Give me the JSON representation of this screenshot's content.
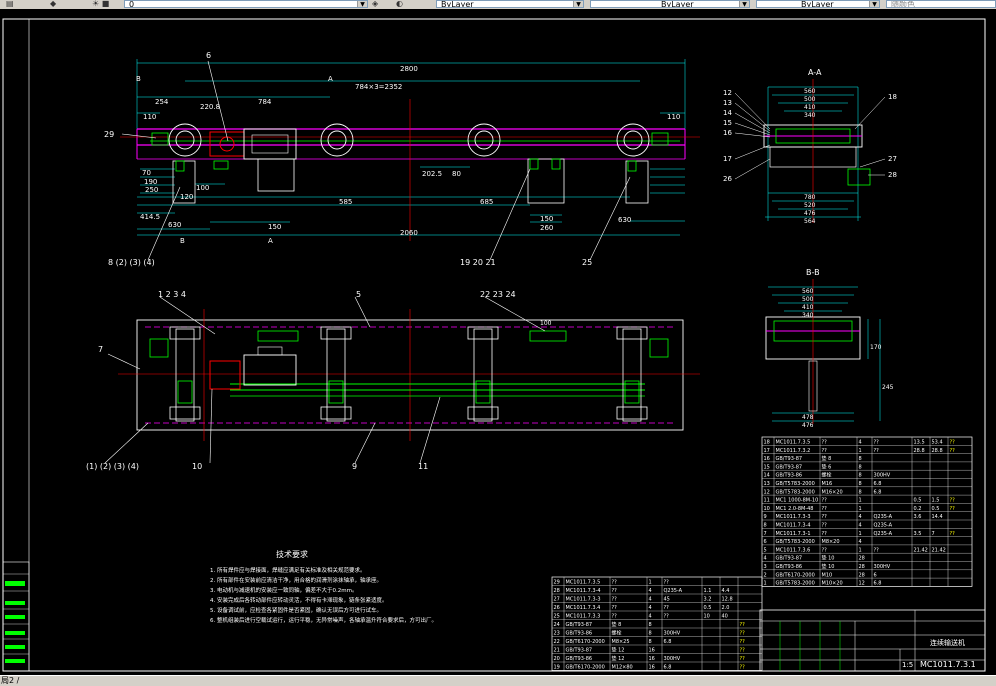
{
  "toolbar": {
    "layer_value": "0",
    "color_value": "ByLayer",
    "linetype_value": "ByLayer",
    "lineweight_value": "ByLayer",
    "plotstyle_value": "随颜色"
  },
  "status": {
    "layout_tab": "局2 /"
  },
  "drawing": {
    "front_view": {
      "section_mark_a": "A",
      "section_mark_b": "B",
      "overall_width": "2800",
      "spacing_label": "784×3=2352",
      "dim_254": "254",
      "dim_2208": "220.8",
      "dim_784": "784",
      "dim_110_left": "110",
      "dim_110_right": "110",
      "dim_2025": "202.5",
      "dim_80": "80",
      "dim_585": "585",
      "dim_685": "685",
      "dim_150": "150",
      "dim_260": "260",
      "dim_630_left": "630",
      "dim_630_right": "630",
      "dim_4145": "414.5",
      "dim_2060": "2060",
      "dim_100": "100",
      "dim_70": "70",
      "dim_190": "190",
      "dim_120": "120",
      "dim_250": "250",
      "callout_6": "6",
      "callout_29": "29",
      "callouts_bottom_left": "8 (2) (3) (4)",
      "callouts_bottom_mid": "19 20 21",
      "callout_25": "25"
    },
    "plan_view": {
      "callouts_top_left": "1  2  3  4",
      "callout_5": "5",
      "callouts_top_right": "22 23 24",
      "dim_100": "100",
      "callout_7": "7",
      "callouts_bottom_left": "(1) (2) (3) (4)",
      "callout_10": "10",
      "callout_9": "9",
      "callout_11": "11"
    },
    "section_aa": {
      "title": "A-A",
      "dims_top": [
        "560",
        "500",
        "410",
        "340"
      ],
      "dims_bottom": [
        "780",
        "520",
        "476",
        "564"
      ],
      "callouts_left": [
        "12",
        "13",
        "14",
        "15",
        "16",
        "17",
        "26"
      ],
      "callouts_right": [
        "18",
        "27",
        "28"
      ]
    },
    "section_bb": {
      "title": "B-B",
      "dims_top": [
        "560",
        "500",
        "410",
        "340"
      ],
      "dims_bottom": [
        "478",
        "476"
      ],
      "dim_170": "170",
      "dim_245": "245"
    },
    "tech_requirements": {
      "title": "技术要求",
      "items": [
        "1. 所有焊件应与焊接面，焊缝应满足有关标准及相关规范要求。",
        "2. 所有部件在安装前应清洁干净，用合格的润滑剂涂抹轴承，轴承座。",
        "3. 电动机与减速机的安装应一致同轴，偏差不大于0.2mm。",
        "4. 安装完成后各转动部件应转动灵活，不得有卡滞现象，链条张紧适度。",
        "5. 设备调试前，应检查各紧固件是否紧固，确认无误后方可进行试车。",
        "6. 整机组装后进行空载试运行，运行平稳，无异常噪声，各轴承温升符合要求后，方可出厂。"
      ]
    },
    "bom_right": {
      "rows": [
        [
          "18",
          "MC1011.7.3.5",
          "??",
          "4",
          "??",
          "13.5",
          "53.4",
          "??"
        ],
        [
          "17",
          "MC1011.7.3.2",
          "??",
          "1",
          "??",
          "28.8",
          "28.8",
          "??"
        ],
        [
          "16",
          "GB/T93-87",
          "垫 8",
          "8",
          "",
          "",
          "",
          ""
        ],
        [
          "15",
          "GB/T93-87",
          "垫 6",
          "8",
          "",
          "",
          "",
          ""
        ],
        [
          "14",
          "GB/T93-86",
          "螺栓",
          "8",
          "300HV",
          "",
          "",
          ""
        ],
        [
          "13",
          "GB/T5783-2000",
          "M16",
          "8",
          "6.8",
          "",
          "",
          ""
        ],
        [
          "12",
          "GB/T5783-2000",
          "M16×20",
          "8",
          "6.8",
          "",
          "",
          ""
        ],
        [
          "11",
          "MC1 1000-8M-10",
          "??",
          "1",
          "",
          "0.5",
          "1.5",
          "??"
        ],
        [
          "10",
          "MC1 2.0-8M-48",
          "??",
          "1",
          "",
          "0.2",
          "0.5",
          "??"
        ],
        [
          "9",
          "MC1011.7.3-3",
          "??",
          "4",
          "Q235-A",
          "3.6",
          "14.4",
          ""
        ],
        [
          "8",
          "MC1011.7.3-4",
          "??",
          "4",
          "Q235-A",
          "",
          "",
          ""
        ],
        [
          "7",
          "MC1011.7.3-1",
          "??",
          "1",
          "Q235-A",
          "3.5",
          "7",
          "??"
        ],
        [
          "6",
          "GB/T5783-2000",
          "M8×20",
          "4",
          "",
          "",
          "",
          ""
        ],
        [
          "5",
          "MC1011.7.3.6",
          "??",
          "1",
          "??",
          "21.42",
          "21.42",
          ""
        ],
        [
          "4",
          "GB/T93-87",
          "垫 10",
          "28",
          "",
          "",
          "",
          ""
        ],
        [
          "3",
          "GB/T93-86",
          "垫 10",
          "28",
          "300HV",
          "",
          "",
          ""
        ],
        [
          "2",
          "GB/T6170-2000",
          "M10",
          "28",
          "6",
          "",
          "",
          ""
        ],
        [
          "1",
          "GB/T5783-2000",
          "M10×20",
          "12",
          "6.8",
          "",
          "",
          ""
        ]
      ]
    },
    "bom_left": {
      "rows": [
        [
          "29",
          "MC1011.7.3.5",
          "??",
          "1",
          "??",
          "",
          "",
          ""
        ],
        [
          "28",
          "MC1011.7.3-4",
          "??",
          "4",
          "Q235-A",
          "1.1",
          "4.4",
          ""
        ],
        [
          "27",
          "MC1011.7.3-3",
          "??",
          "4",
          "45",
          "3.2",
          "12.8",
          ""
        ],
        [
          "26",
          "MC1011.7.3.4",
          "??",
          "4",
          "??",
          "0.5",
          "2.0",
          ""
        ],
        [
          "25",
          "MC1011.7.3.3",
          "??",
          "4",
          "??",
          "10",
          "40",
          ""
        ],
        [
          "24",
          "GB/T93-87",
          "垫 8",
          "8",
          "",
          "",
          "",
          "??"
        ],
        [
          "23",
          "GB/T93-86",
          "螺栓",
          "8",
          "300HV",
          "",
          "",
          "??"
        ],
        [
          "22",
          "GB/T6170-2000",
          "M8×25",
          "8",
          "6.8",
          "",
          "",
          "??"
        ],
        [
          "21",
          "GB/T93-87",
          "垫 12",
          "16",
          "",
          "",
          "",
          "??"
        ],
        [
          "20",
          "GB/T93-86",
          "垫 12",
          "16",
          "300HV",
          "",
          "",
          "??"
        ],
        [
          "19",
          "GB/T6170-2000",
          "M12×80",
          "16",
          "6.8",
          "",
          "",
          "??"
        ]
      ]
    },
    "title_block": {
      "name": "连续输送机",
      "scale": "1:5",
      "drawing_no": "MC1011.7.3.1"
    }
  }
}
